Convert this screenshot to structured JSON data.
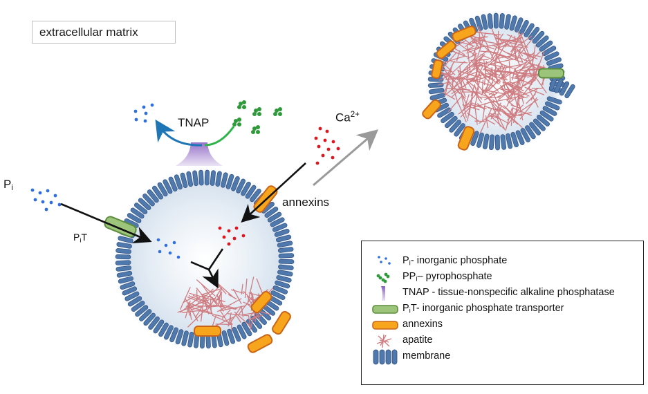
{
  "ecm": {
    "label": "extracellular matrix"
  },
  "labels": {
    "tnap": "TNAP",
    "ca_base": "Ca",
    "ca_sup": "2+",
    "annexins": "annexins",
    "pi_base": "P",
    "pi_sub": "i",
    "pit_base": "P",
    "pit_sub": "i",
    "pit_tail": "T"
  },
  "legend": {
    "items": [
      {
        "name": "pi",
        "icon": "blue-dots-icon",
        "base": "P",
        "sub": "i",
        "text": "- inorganic phosphate"
      },
      {
        "name": "ppi",
        "icon": "green-clusters-icon",
        "base": "PP",
        "sub": "i",
        "text": "– pyrophosphate"
      },
      {
        "name": "tnap",
        "icon": "purple-funnel-icon",
        "base": "",
        "sub": "",
        "text": "TNAP - tissue-nonspecific alkaline phosphatase"
      },
      {
        "name": "pit",
        "icon": "green-capsule-icon",
        "base": "P",
        "sub": "i",
        "text": "T- inorganic phosphate transporter"
      },
      {
        "name": "annexins",
        "icon": "orange-capsule-icon",
        "base": "",
        "sub": "",
        "text": "annexins"
      },
      {
        "name": "apatite",
        "icon": "apatite-crystals-icon",
        "base": "",
        "sub": "",
        "text": "apatite"
      },
      {
        "name": "membrane",
        "icon": "membrane-icon",
        "base": "",
        "sub": "",
        "text": "membrane"
      }
    ]
  },
  "colors": {
    "phosphate": "#2f6fe0",
    "pyrophosphate": "#2e9a3a",
    "calcium": "#e0161e",
    "tnap": "#9b78c8",
    "transporter": "#9cc47a",
    "annexin": "#f7a51c",
    "apatite": "#cf7c80",
    "membrane": "#4f79ad",
    "arrow_gray": "#9a9a9a",
    "arrow_teal": "#1f76b6",
    "arrow_green": "#2fb44a"
  }
}
